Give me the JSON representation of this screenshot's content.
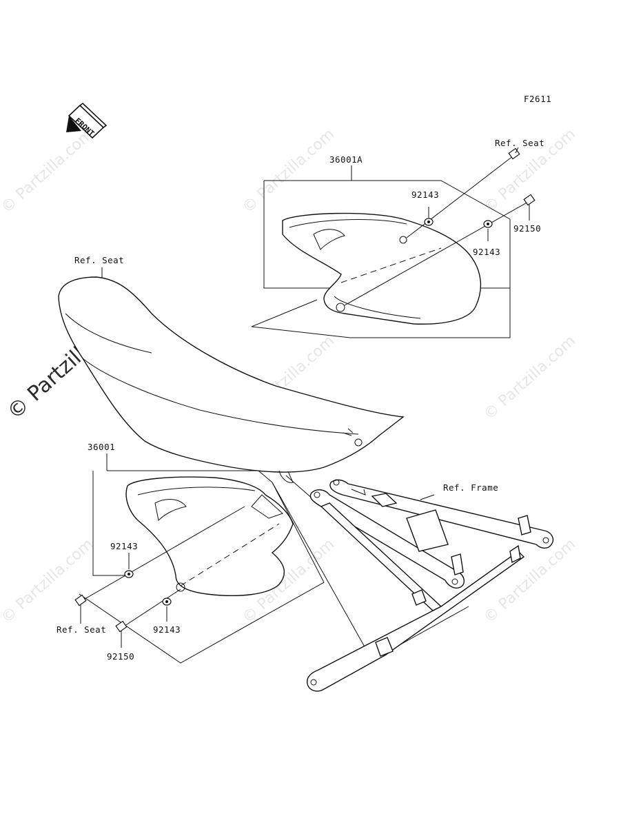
{
  "figure_code": "F2611",
  "front_arrow_label": "FRONT",
  "watermark_side": "© Partzilla.com",
  "watermark_repeat": "© Partzilla.com",
  "labels": {
    "ref_seat_top": "Ref. Seat",
    "part_36001A": "36001A",
    "nut_92143_top_a": "92143",
    "nut_92143_top_b": "92143",
    "bolt_92150_top": "92150",
    "ref_seat_main": "Ref. Seat",
    "part_36001": "36001",
    "nut_92143_bottom_a": "92143",
    "nut_92143_bottom_b": "92143",
    "ref_seat_bottom": "Ref. Seat",
    "bolt_92150_bottom": "92150",
    "ref_frame": "Ref. Frame"
  }
}
